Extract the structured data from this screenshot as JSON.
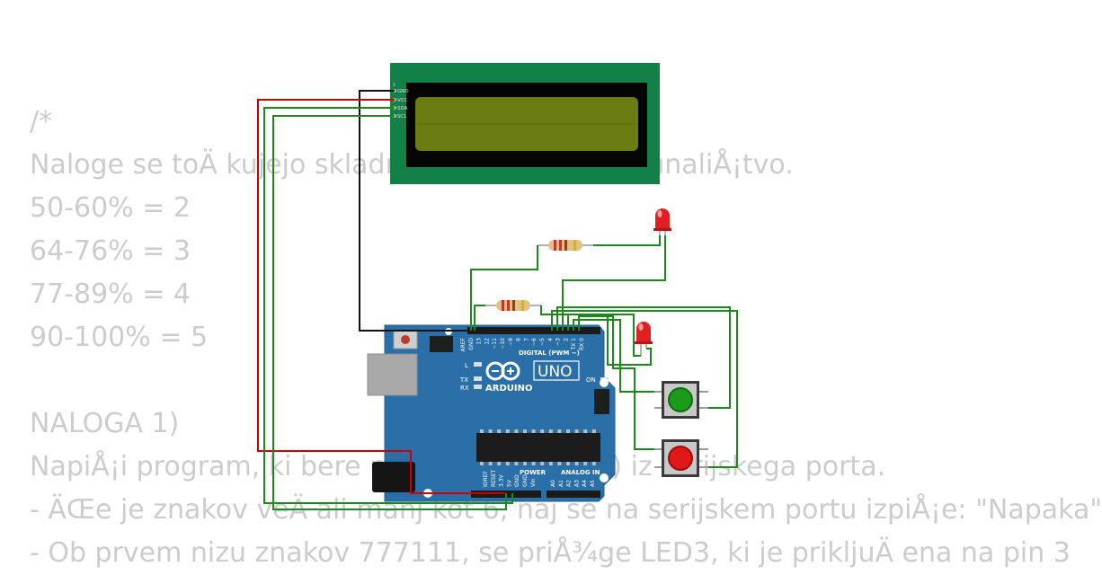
{
  "code_text": {
    "lines": [
      "/*",
      "Naloge se toÄ kujejo skladno s kriteriji za raÄ unaliÅ¡tvo.",
      "50-60% = 2",
      "64-76% = 3",
      "77-89% = 4",
      "90-100% = 5",
      "",
      "NALOGA 1)",
      "NapiÅ¡i program, ki bere niz znakov (kodov) iz serijskega porta.",
      "- ÄŒe je znakov veÄ  ali manj kot 6, naj se na serijskem portu izpiÅ¡e: \"Napaka\"",
      "- Ob prvem nizu znakov 777111, se priÅ¾ge LED3, ki je prikljuÄ ena na pin 3"
    ]
  },
  "lcd": {
    "pins": [
      "GND",
      "VCC",
      "SDA",
      "SCL"
    ],
    "pin_one": "1"
  },
  "arduino": {
    "brand": "ARDUINO",
    "model": "UNO",
    "digital_header": "DIGITAL (PWM ~)",
    "analog_header": "ANALOG IN",
    "power_header": "POWER",
    "on_label": "ON",
    "l_label": "L",
    "tx_label": "TX",
    "rx_label": "RX",
    "digital_pins": [
      "AREF",
      "GND",
      "13",
      "12",
      "~11",
      "~10",
      "~9",
      "8",
      "7",
      "~6",
      "~5",
      "4",
      "~3",
      "2",
      "TX 1",
      "RX 0"
    ],
    "power_pins": [
      "IOREF",
      "RESET",
      "3.3V",
      "5V",
      "GND",
      "GND",
      "Vin"
    ],
    "analog_pins": [
      "A0",
      "A1",
      "A2",
      "A3",
      "A4",
      "A5"
    ]
  },
  "colors": {
    "wire_red": "#cc0000",
    "wire_green": "#1a8a1a",
    "wire_black": "#111111",
    "board": "#2a6fa8",
    "lcd_pcb": "#138048",
    "lcd_screen": "#6b7d12",
    "led_red": "#e02020",
    "button_green": "#1c9a1c",
    "button_red": "#e01818"
  }
}
